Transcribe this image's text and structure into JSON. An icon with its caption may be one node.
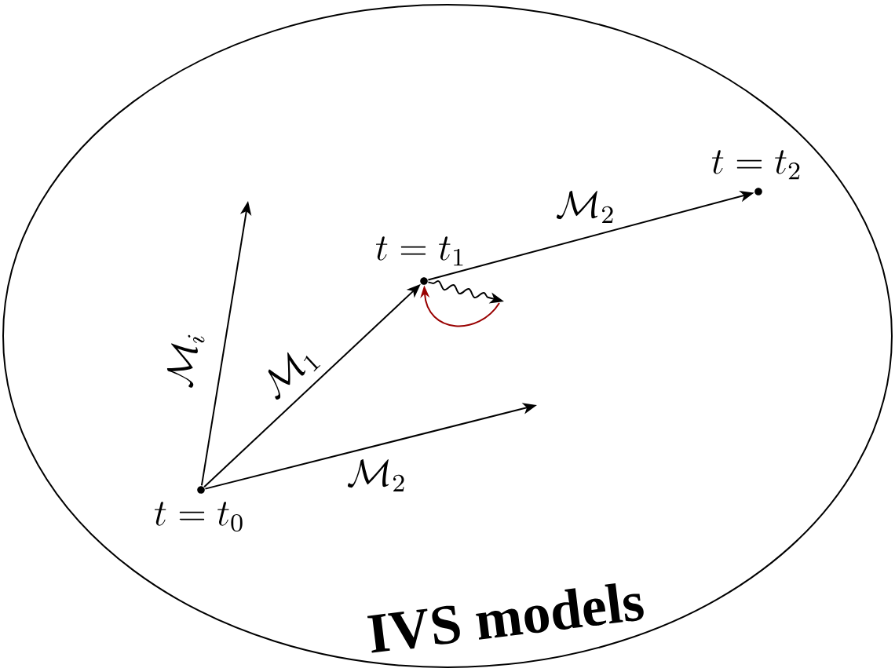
{
  "diagram": {
    "nodes": [
      {
        "text": [
          "IVS models"
        ]
      },
      {
        "text": [],
        "shape": "dot",
        "in": 0,
        "beside": [
          "t = t_0"
        ]
      },
      {
        "text": [],
        "shape": "dot",
        "in": 0,
        "beside": [
          "t = t_1"
        ]
      },
      {
        "text": [],
        "shape": "dot",
        "in": 0,
        "beside": [
          "t = t_2"
        ]
      }
    ],
    "edges": [
      {
        "from": 1,
        "to": 2,
        "arrow": "to",
        "label": "\\mathcal{M}_1"
      },
      {
        "from": 2,
        "to": 3,
        "arrow": "to",
        "label": "\\mathcal{M}_2"
      },
      {
        "from": 1,
        "to": null,
        "arrow": "to",
        "label": "\\mathcal{M}_i"
      },
      {
        "from": 1,
        "to": null,
        "arrow": "to",
        "label": "\\mathcal{M}_2"
      },
      {
        "from": 2,
        "to": null,
        "arrow": "to"
      },
      {
        "from": null,
        "to": 2,
        "arrow": "to",
        "color": "#990000"
      }
    ]
  }
}
